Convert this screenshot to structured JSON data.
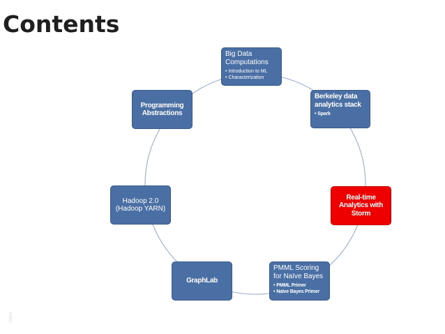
{
  "title": "Contents",
  "diagram": {
    "type": "cycle",
    "nodes": [
      {
        "id": "big-data",
        "label": "Big Data\nComputations",
        "bullets": [
          "Introduction to ML",
          "Characterization"
        ],
        "highlighted": false
      },
      {
        "id": "berkeley",
        "label": "Berkeley data\nanalytics stack",
        "bullets": [
          "Spark"
        ],
        "highlighted": false
      },
      {
        "id": "realtime",
        "label": "Real-time\nAnalytics with\nStorm",
        "bullets": [],
        "highlighted": true
      },
      {
        "id": "pmml",
        "label": "PMML Scoring\nfor Naïve Bayes",
        "bullets": [
          "PMML Primer",
          "Naïve Bayes Primer"
        ],
        "highlighted": false
      },
      {
        "id": "graphlab",
        "label": "GraphLab",
        "bullets": [],
        "highlighted": false
      },
      {
        "id": "hadoop",
        "label": "Hadoop 2.0\n(Hadoop YARN)",
        "bullets": [],
        "highlighted": false
      },
      {
        "id": "programming",
        "label": "Programming\nAbstractions",
        "bullets": [],
        "highlighted": false
      }
    ]
  },
  "colors": {
    "node_fill": "#4a6fa5",
    "node_border": "#385a8a",
    "highlight_fill": "#ee0000",
    "ring_stroke": "#8fa6c6",
    "title": "#1f1f1f"
  }
}
